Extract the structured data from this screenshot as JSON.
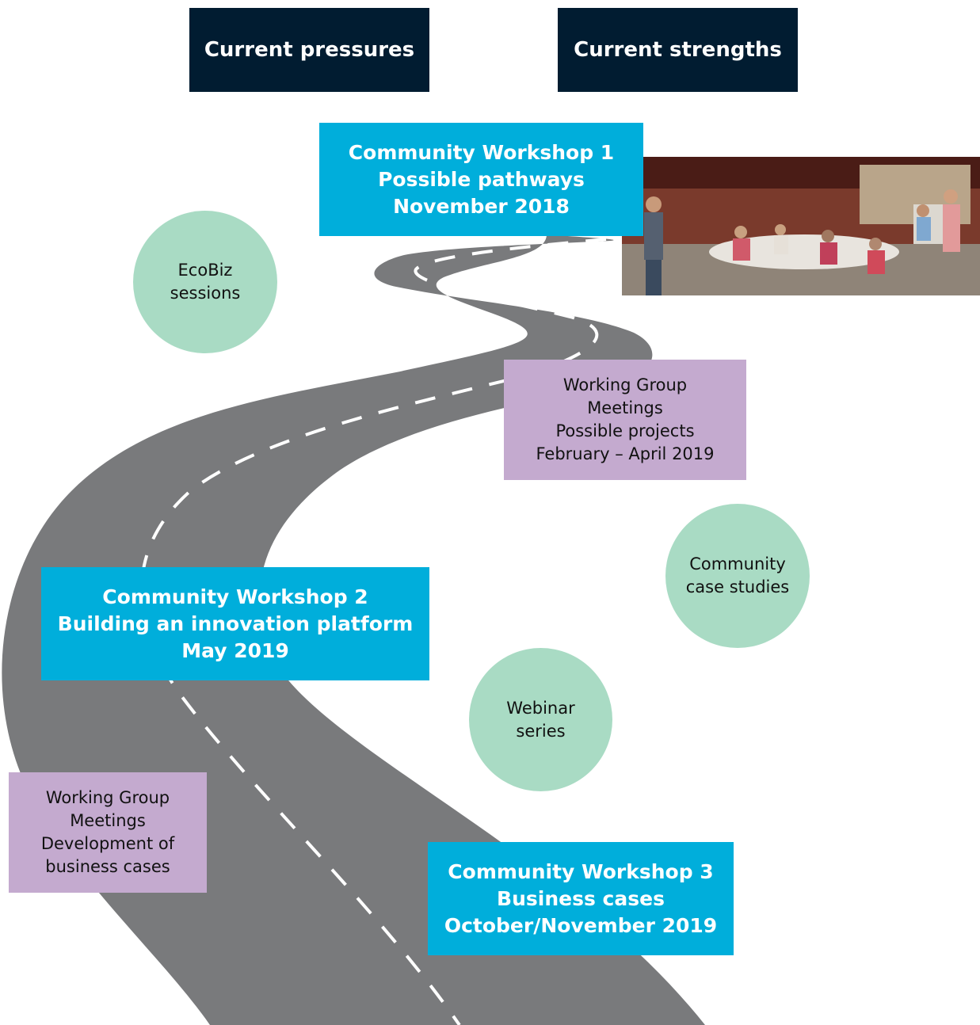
{
  "headers": {
    "pressures": "Current pressures",
    "strengths": "Current strengths"
  },
  "workshop1": {
    "line1": "Community Workshop 1",
    "line2": "Possible pathways",
    "line3": "November 2018"
  },
  "workshop2": {
    "line1": "Community Workshop 2",
    "line2": "Building an innovation platform",
    "line3": "May 2019"
  },
  "workshop3": {
    "line1": "Community Workshop 3",
    "line2": "Business cases",
    "line3": "October/November 2019"
  },
  "working_group_1": {
    "line1": "Working Group",
    "line2": "Meetings",
    "line3": "Possible projects",
    "line4": "February – April 2019"
  },
  "working_group_2": {
    "line1": "Working Group",
    "line2": "Meetings",
    "line3": "Development of",
    "line4": "business cases"
  },
  "circles": {
    "ecobiz": {
      "line1": "EcoBiz",
      "line2": "sessions"
    },
    "case_studies": {
      "line1": "Community",
      "line2": "case studies"
    },
    "webinar": {
      "line1": "Webinar",
      "line2": "series"
    }
  },
  "colors": {
    "header_bg": "#011c31",
    "workshop_bg": "#00aedb",
    "working_group_bg": "#c4aacf",
    "circle_bg": "#a9dbc4",
    "road": "#797a7c"
  }
}
